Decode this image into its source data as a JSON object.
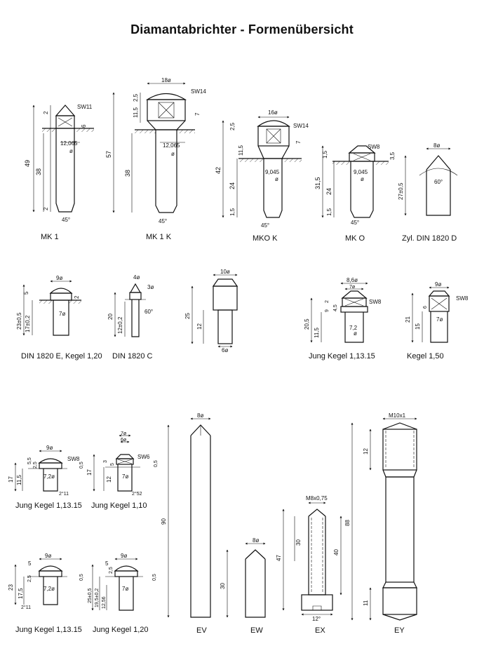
{
  "page": {
    "title": "Diamantabrichter  -  Formenübersicht"
  },
  "captions": {
    "mk1": "MK 1",
    "mk1k": "MK 1 K",
    "mkok": "MKO K",
    "mko": "MK O",
    "zyl": "Zyl. DIN 1820 D",
    "din1820e": "DIN 1820 E, Kegel 1,20",
    "din1820c": "DIN 1820 C",
    "jung11315a": "Jung Kegel 1,13.15",
    "kegel150": "Kegel 1,50",
    "jung11315b": "Jung Kegel 1,13.15",
    "jung110": "Jung Kegel 1,10",
    "jung11315c": "Jung Kegel 1,13.15",
    "jung120": "Jung Kegel 1,20",
    "ev": "EV",
    "ew": "EW",
    "ex": "EX",
    "ey": "EY"
  },
  "dims": {
    "mk1": {
      "sw": "SW11",
      "d1": "12,065",
      "phi": "ø",
      "h": "49",
      "h2": "38",
      "t": "2",
      "b": "2",
      "s": "6",
      "ang": "45°"
    },
    "mk1k": {
      "d": "18ø",
      "sw": "SW14",
      "a": "11,5",
      "a2": "2,5",
      "b": "7",
      "d1": "12,065",
      "phi": "ø",
      "h": "57",
      "h2": "38",
      "ang": "45°"
    },
    "mkok": {
      "d": "16ø",
      "sw": "SW14",
      "a": "2,5",
      "a2": "11,5",
      "b": "7",
      "d1": "9,045",
      "phi": "ø",
      "h": "42",
      "h2": "24",
      "h3": "1,5",
      "ang": "45°"
    },
    "mko": {
      "sw": "SW8",
      "a": "1,5",
      "b": "3,5",
      "d1": "9,045",
      "phi": "ø",
      "h": "31,5",
      "h2": "24",
      "h3": "1,5",
      "ang": "45°"
    },
    "zyl": {
      "d": "8ø",
      "h": "27±0,5",
      "ang": "60°"
    },
    "din1820e": {
      "d": "9ø",
      "a": "5",
      "b": "2",
      "d1": "7ø",
      "h": "23±0,5",
      "h2": "17±0,2"
    },
    "din1820c": {
      "d1": "4ø",
      "d2": "3ø",
      "ang": "60°",
      "h": "20",
      "h2": "12±0,2"
    },
    "cyl10": {
      "d": "10ø",
      "h": "25",
      "h2": "12",
      "d2": "6ø"
    },
    "jung11315a": {
      "d": "8,6ø",
      "d2": "7ø",
      "sw": "SW8",
      "a": "2",
      "b": "9",
      "c": "4,5",
      "h": "20,5",
      "h2": "11,5",
      "d1": "7,2",
      "phi": "ø"
    },
    "kegel150": {
      "d": "9ø",
      "sw": "SW8",
      "b": "6",
      "d1": "7ø",
      "h": "21",
      "h2": "15"
    },
    "jung11315b": {
      "d": "9ø",
      "sw": "SW8",
      "a": "5,5",
      "b": "2,5",
      "c": "0,5",
      "h": "17",
      "h2": "11,5",
      "d1": "7,2ø",
      "t": "2°11"
    },
    "jung110": {
      "d": "7ø",
      "d2": "6ø",
      "sw": "SW6",
      "a": "3",
      "b": "5",
      "c": "0,5",
      "h": "17",
      "h2": "12",
      "d1": "7ø",
      "t": "2°52"
    },
    "jung11315c": {
      "d": "9ø",
      "a": "5",
      "b": "2,5",
      "c": "0,5",
      "h": "23",
      "h2": "17,5",
      "d1": "7,2ø",
      "t": "2°11"
    },
    "jung120": {
      "d": "9ø",
      "a": "5",
      "b": "2,5",
      "c": "0,5",
      "h": "25±0,5",
      "h2": "19,5±0,2",
      "h3": "12,56",
      "d1": "7ø"
    },
    "ev": {
      "d": "8ø",
      "h": "90"
    },
    "ew": {
      "d": "8ø",
      "h": "30"
    },
    "ex": {
      "d": "M8x0,75",
      "h": "47",
      "h2": "30",
      "h3": "40",
      "ang": "12°"
    },
    "ey": {
      "d": "M10x1",
      "h": "88",
      "h2": "12",
      "h3": "11"
    }
  }
}
